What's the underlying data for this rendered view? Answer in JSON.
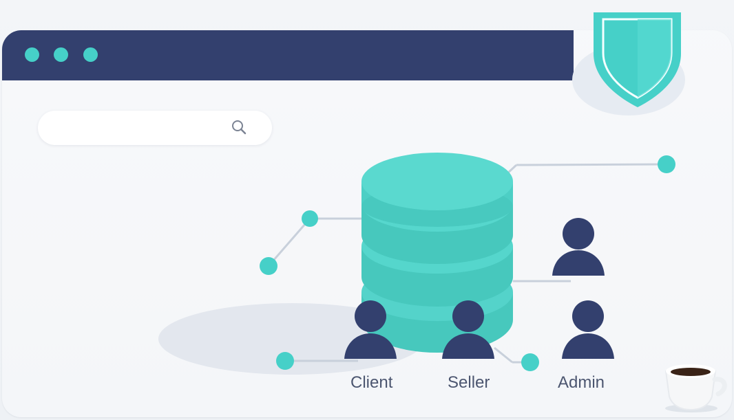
{
  "search": {
    "value": "",
    "placeholder": ""
  },
  "roles": {
    "client": "Client",
    "seller": "Seller",
    "admin": "Admin"
  },
  "icons": {
    "security": "shield-icon",
    "search": "search-icon",
    "database": "database-icon",
    "user": "user-icon",
    "coffee": "coffee-cup-icon"
  },
  "colors": {
    "navy": "#33406e",
    "teal": "#46d0c8",
    "teal_light": "#59d8cf",
    "text": "#4c5670",
    "line": "#c8d0db"
  }
}
